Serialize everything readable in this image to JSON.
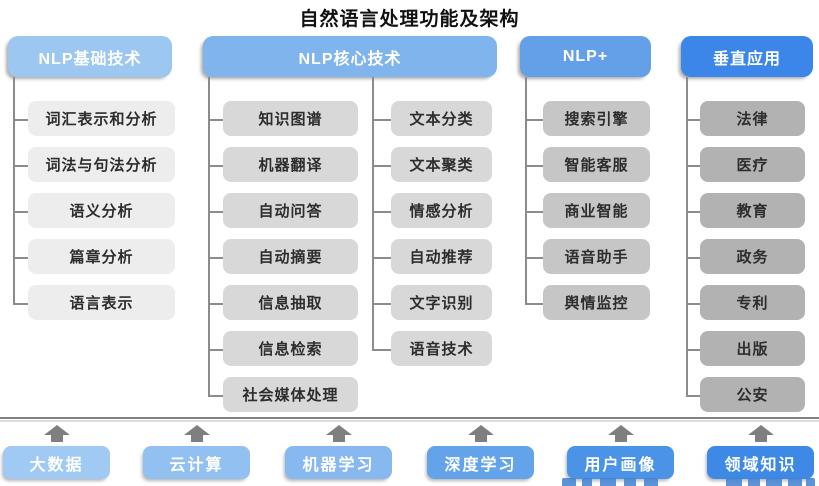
{
  "title": "自然语言处理功能及架构",
  "columns": [
    {
      "id": "nlp-basic",
      "header": "NLP基础技术",
      "header_color": "#9cc7f1",
      "item_color": "#ededed",
      "item_groups": [
        [
          "词汇表示和分析",
          "词法与句法分析",
          "语义分析",
          "篇章分析",
          "语言表示"
        ]
      ]
    },
    {
      "id": "nlp-core",
      "header": "NLP核心技术",
      "header_color": "#7fb4ec",
      "item_color": "#d8d8d8",
      "item_groups": [
        [
          "知识图谱",
          "机器翻译",
          "自动问答",
          "自动摘要",
          "信息抽取",
          "信息检索",
          "社会媒体处理"
        ],
        [
          "文本分类",
          "文本聚类",
          "情感分析",
          "自动推荐",
          "文字识别",
          "语音技术"
        ]
      ]
    },
    {
      "id": "nlp-plus",
      "header": "NLP+",
      "header_color": "#64a0e8",
      "item_color": "#c6c6c6",
      "item_groups": [
        [
          "搜索引擎",
          "智能客服",
          "商业智能",
          "语音助手",
          "舆情监控"
        ]
      ]
    },
    {
      "id": "vertical-apps",
      "header": "垂直应用",
      "header_color": "#3b86e8",
      "item_color": "#b2b2b2",
      "item_groups": [
        [
          "法律",
          "医疗",
          "教育",
          "政务",
          "专利",
          "出版",
          "公安"
        ]
      ]
    }
  ],
  "foundation": {
    "items": [
      {
        "label": "大数据",
        "color": "#a0c9f3"
      },
      {
        "label": "云计算",
        "color": "#92c0f0"
      },
      {
        "label": "机器学习",
        "color": "#87b8ef"
      },
      {
        "label": "深度学习",
        "color": "#62a3ea"
      },
      {
        "label": "用户画像",
        "color": "#4b93e7"
      },
      {
        "label": "领域知识",
        "color": "#3e89e5"
      }
    ]
  },
  "decor": {
    "connector_color": "#8c8c8c",
    "arrow_color": "#7f7f7f",
    "divider_dark": "#828282",
    "divider_light": "#dcdcdc",
    "watermark_color": "#3f7fd0",
    "item_text_color": "#2d2d2d",
    "header_text_color": "#ffffff"
  }
}
